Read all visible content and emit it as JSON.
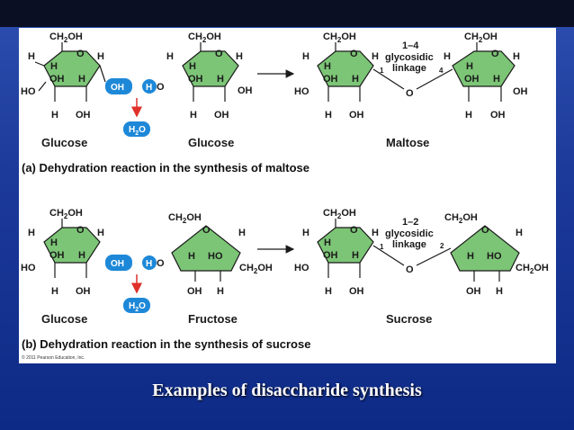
{
  "slide": {
    "title": "Examples of disaccharide synthesis"
  },
  "labels": {
    "ch2oh": "CH",
    "ch2oh_sub": "2",
    "ch2oh_end": "OH",
    "h": "H",
    "o": "O",
    "oh": "OH",
    "ho": "HO",
    "oh_badge": "OH",
    "h_badge": "H",
    "water_h": "H",
    "water_sub": "2",
    "water_o": "O"
  },
  "panel_a": {
    "molecule_1": "Glucose",
    "molecule_2": "Glucose",
    "product": "Maltose",
    "linkage_number": "1–4",
    "linkage_word1": "glycosidic",
    "linkage_word2": "linkage",
    "pos_left": "1",
    "pos_right": "4",
    "caption": "(a) Dehydration reaction in the synthesis of maltose"
  },
  "panel_b": {
    "molecule_1": "Glucose",
    "molecule_2": "Fructose",
    "product": "Sucrose",
    "linkage_number": "1–2",
    "linkage_word1": "glycosidic",
    "linkage_word2": "linkage",
    "pos_left": "1",
    "pos_right": "2",
    "caption": "(b) Dehydration reaction in the synthesis of sucrose"
  },
  "copyright": "© 2011 Pearson Education, Inc.",
  "colors": {
    "ring": "#7cc576",
    "badge": "#1e88d8",
    "arrow_red": "#e0302a",
    "background": "#1c3a9a"
  }
}
